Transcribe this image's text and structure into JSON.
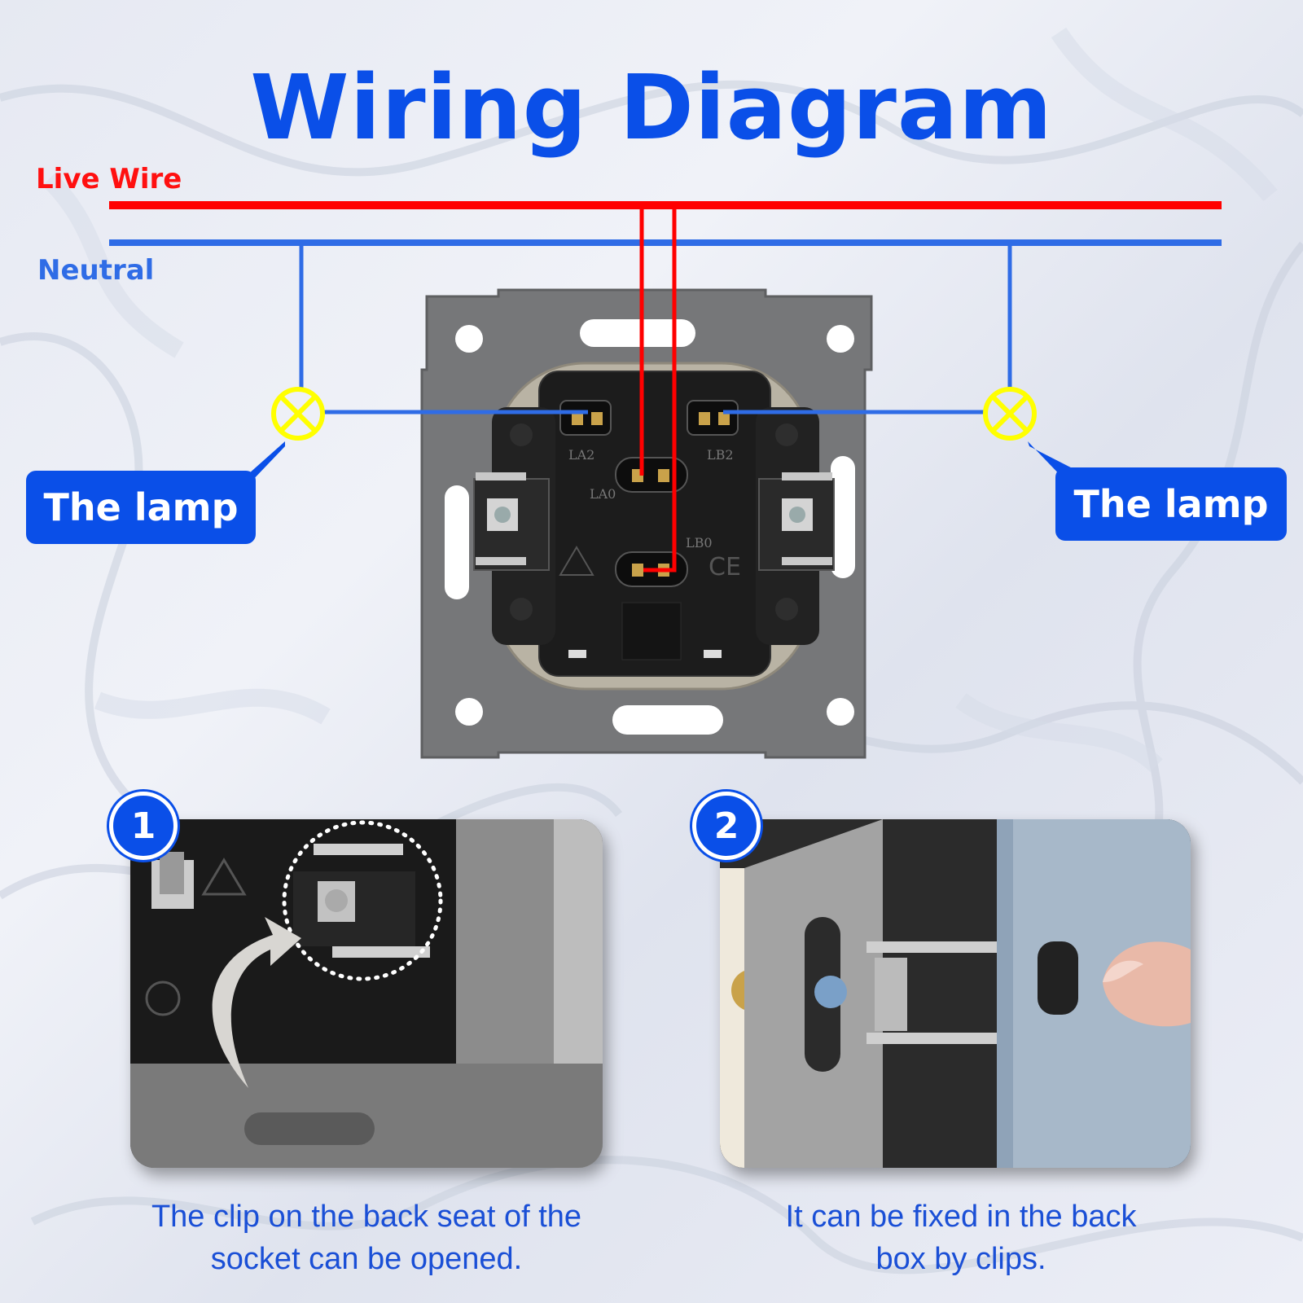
{
  "title": "Wiring Diagram",
  "wires": {
    "live_label": "Live Wire",
    "neutral_label": "Neutral",
    "live_color": "#ff0000",
    "neutral_color": "#2f6ce6"
  },
  "lamps": {
    "left_label": "The lamp",
    "right_label": "The lamp",
    "lamp_color": "#ffff00"
  },
  "socket_markings": {
    "terminal_la2": "LA2",
    "terminal_lb2": "LB2",
    "terminal_la0": "LA0",
    "terminal_lb0": "LB0",
    "ce_mark": "CE"
  },
  "steps": [
    {
      "number": "1",
      "caption_line1": "The clip on the back seat of the",
      "caption_line2": "socket can be opened."
    },
    {
      "number": "2",
      "caption_line1": "It can be fixed in the back",
      "caption_line2": "box by clips."
    }
  ],
  "colors": {
    "accent": "#0a4fe8",
    "caption": "#1a4fd6"
  }
}
